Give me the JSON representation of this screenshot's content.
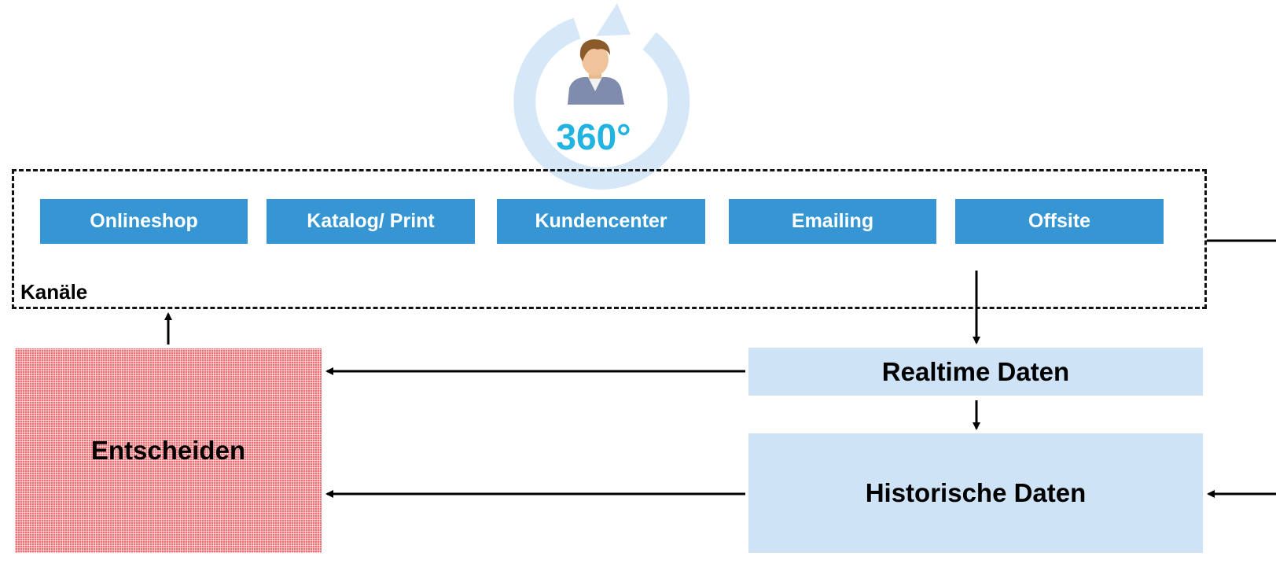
{
  "channels": {
    "label": "Kanäle",
    "items": [
      "Onlineshop",
      "Katalog/ Print",
      "Kundencenter",
      "Emailing",
      "Offsite"
    ]
  },
  "data_sources": {
    "realtime": "Realtime Daten",
    "historical": "Historische Daten"
  },
  "decide": {
    "label": "Entscheiden"
  },
  "hero": {
    "badge": "360°",
    "icons": [
      "rotate-arrow-icon",
      "customer-avatar-icon"
    ]
  },
  "colors": {
    "channel_button": "#3596d3",
    "data_box": "#cfe3f7",
    "decide_box": "#ee6e73",
    "rotate_arrow": "#d6e7f8",
    "badge": "#22b4e0",
    "connector": "#000000"
  }
}
